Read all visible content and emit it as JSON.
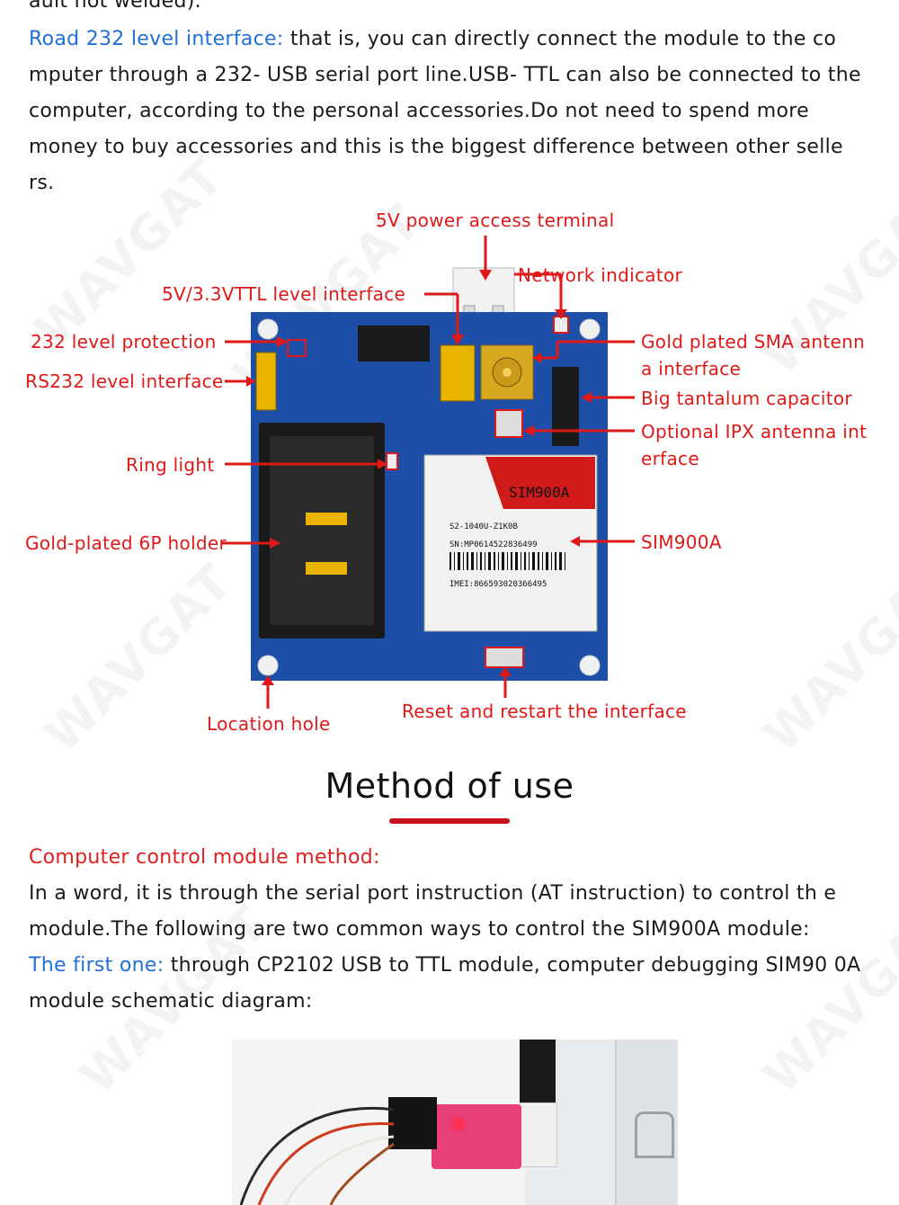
{
  "top_fragment": "ault not welded).",
  "para1": {
    "lead": "Road 232 level interface:",
    "text": " that is, you can directly connect the module to the co mputer through a 232- USB serial port line.USB- TTL can also be connected to the computer, according to the personal accessories.Do not need to spend more money to buy accessories and this is the biggest difference between other selle rs."
  },
  "board": {
    "labels": {
      "power": "5V power access terminal",
      "network": "Network indicator",
      "ttl": "5V/3.3VTTL level interface",
      "protection": "232 level protection",
      "rs232": "RS232 level interface",
      "sma": "Gold plated SMA antenn a interface",
      "tantalum": "Big tantalum capacitor",
      "ipx": "Optional IPX antenna int erface",
      "ring": "Ring light",
      "holder": "Gold-plated 6P holder",
      "sim900a": "SIM900A",
      "location": "Location hole",
      "reset": "Reset and restart the interface"
    },
    "chip": {
      "name": "SIM900A",
      "model": "S2-1040U-Z1K0B",
      "sn": "SN:MP0614522836499",
      "imei": "IMEI:866593020366495"
    }
  },
  "section": {
    "title": "Method of use"
  },
  "para2": {
    "lead": "Computer control module method:",
    "text": "In a word, it is through the serial port instruction (AT instruction) to control th e module.The following are two common ways to control the SIM900A module:",
    "lead2": "The first one:",
    "text2": " through CP2102 USB to TTL module, computer debugging SIM90 0A module schematic diagram:"
  },
  "watermark_text": "WAVGAT",
  "colors": {
    "accent_red": "#e01818",
    "accent_blue": "#1f6fd8",
    "pcb_blue": "#1d4fa8"
  }
}
